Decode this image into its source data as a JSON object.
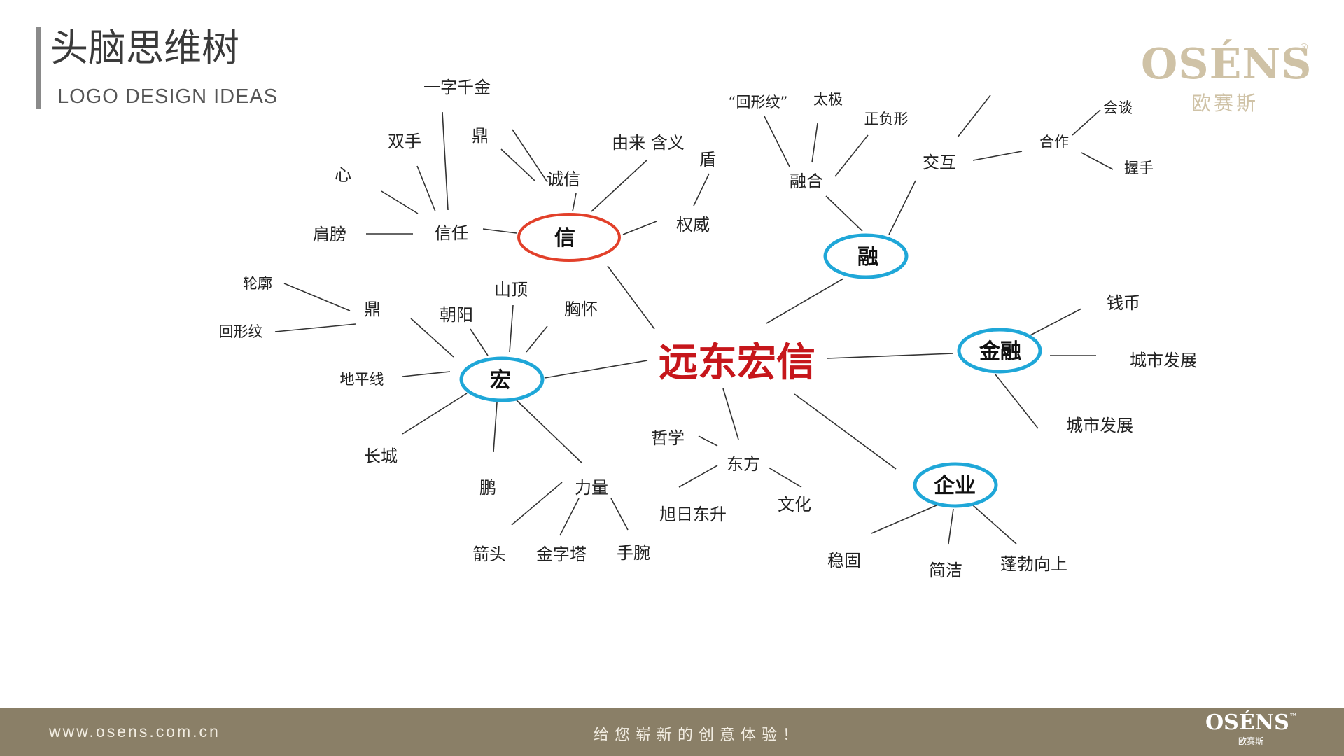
{
  "header": {
    "title": "头脑思维树",
    "subtitle": "LOGO DESIGN IDEAS"
  },
  "logo": {
    "brand": "OSÉNS",
    "brand_cn": "欧赛斯",
    "reg_mark": "®"
  },
  "mindmap": {
    "center": "远东宏信",
    "xin": {
      "hub": "信",
      "yizi": "一字千金",
      "shuangshou": "双手",
      "ding": "鼎",
      "xin_heart": "心",
      "chengxin": "诚信",
      "youlai": "由来 含义",
      "dun": "盾",
      "jianbang": "肩膀",
      "xinren": "信任",
      "quanwei": "权威"
    },
    "rong": {
      "hub": "融",
      "huixingwen": "“回形纹”",
      "taiji": "太极",
      "zhengfuxing": "正负形",
      "ronghe": "融合",
      "jiaohu": "交互",
      "hezuo": "合作",
      "huitan": "会谈",
      "woshou": "握手"
    },
    "hong": {
      "hub": "宏",
      "lunkuo": "轮廓",
      "ding": "鼎",
      "huixingwen": "回形纹",
      "chaoyang": "朝阳",
      "shanding": "山顶",
      "xionghuai": "胸怀",
      "dipingxian": "地平线",
      "changcheng": "长城",
      "peng": "鹏",
      "liliang": "力量",
      "jiantou": "箭头",
      "jinzita": "金字塔",
      "shouwan": "手腕"
    },
    "jinrong": {
      "hub": "金融",
      "qianbi": "钱币",
      "chengshi1": "城市发展",
      "chengshi2": "城市发展"
    },
    "qiye": {
      "hub": "企业",
      "wengu": "稳固",
      "jianjie": "简洁",
      "pengbo": "蓬勃向上"
    },
    "dongfang": {
      "label": "东方",
      "zhexue": "哲学",
      "xuri": "旭日东升",
      "wenhua": "文化"
    }
  },
  "footer": {
    "url": "www.osens.com.cn",
    "slogan": "给您崭新的创意体验！",
    "logo_brand": "OSÉNS",
    "logo_tm": "™",
    "logo_cn": "欧赛斯"
  },
  "colors": {
    "center": "#c6161b",
    "hub_xin_ring": "#e2402a",
    "hub_ring": "#1fa7d8",
    "footer_bg": "#8a7f67",
    "logo_gold": "#cfc2a6"
  }
}
